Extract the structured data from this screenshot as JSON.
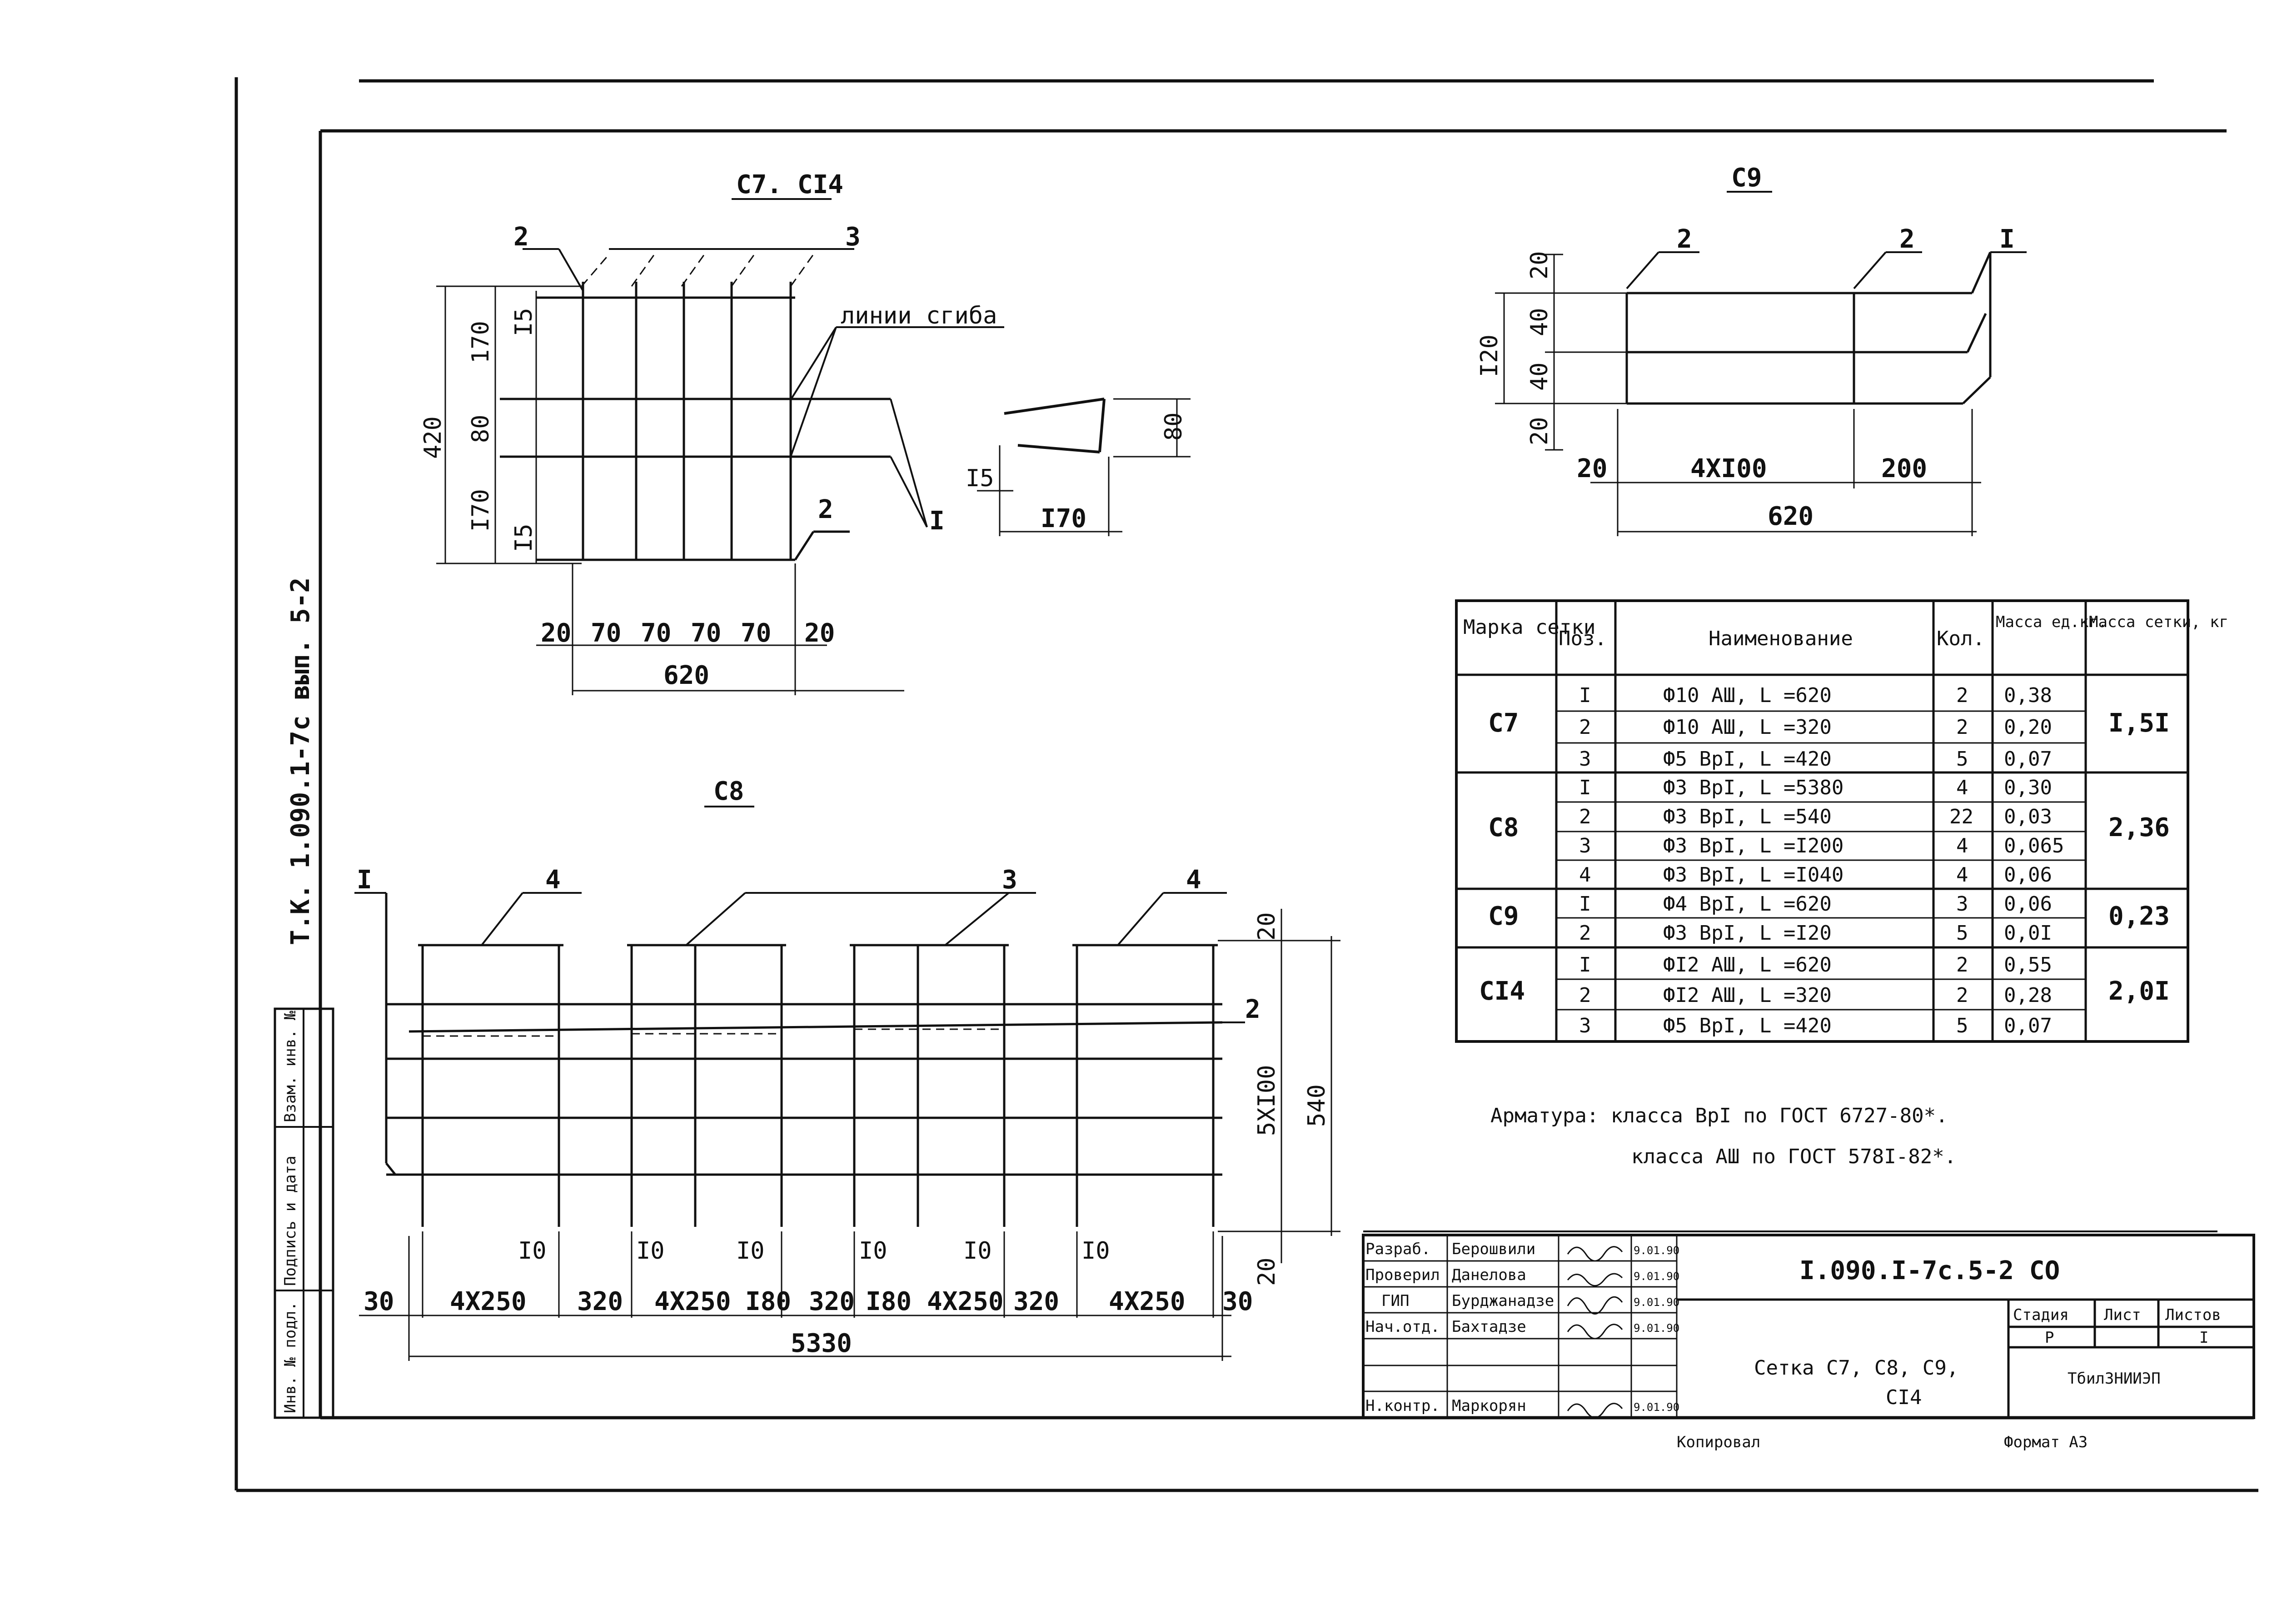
{
  "side_stamp": "Т.К. 1.090.1-7с вып. 5-2",
  "side_columns": [
    "Инв. № подл.",
    "Подпись и дата",
    "Взам. инв. №"
  ],
  "c7c14": {
    "title": "С7. СI4",
    "label_bend_lines": "линии сгиба",
    "pos_labels": {
      "p2a": "2",
      "p3": "3",
      "p2b": "2",
      "p1": "I"
    },
    "dims_vertical": {
      "d420": "420",
      "d170a": "170",
      "d80": "80",
      "d170b": "I70",
      "d15a": "I5",
      "d15b": "I5"
    },
    "dims_horizontal": [
      "20",
      "70",
      "70",
      "70",
      "70",
      "20"
    ],
    "dim_total": "620",
    "detail": {
      "d80": "80",
      "d15": "I5",
      "d170": "I70"
    }
  },
  "c9": {
    "title": "С9",
    "pos_labels": {
      "p2a": "2",
      "p2b": "2",
      "p1": "I"
    },
    "dims_vertical": {
      "d120": "I20",
      "d20a": "20",
      "d40a": "40",
      "d40b": "40",
      "d20b": "20"
    },
    "dims_horizontal": [
      "20",
      "4XI00",
      "200"
    ],
    "dim_total": "620"
  },
  "c8": {
    "title": "С8",
    "pos_labels": {
      "p1": "I",
      "p4a": "4",
      "p3": "3",
      "p4b": "4",
      "p2": "2"
    },
    "dims_vertical": {
      "d20a": "20",
      "d5x100": "5XI00",
      "d540": "540",
      "d20b": "20"
    },
    "dims_small": [
      "I0",
      "I0",
      "I0",
      "I0",
      "I0"
    ],
    "dims_horizontal": [
      "30",
      "4X250",
      "320",
      "4X250",
      "I80",
      "320",
      "I80",
      "4X250",
      "320",
      "4X250",
      "30"
    ],
    "dim_total": "5330"
  },
  "spec_table": {
    "headers": {
      "mark": "Марка сетки",
      "pos": "Поз.",
      "name": "Наименование",
      "qty": "Кол.",
      "unit_mass": "Масса ед.кг.",
      "net_mass": "Масса сетки, кг"
    },
    "groups": [
      {
        "mark": "С7",
        "mass": "I,5I",
        "rows": [
          {
            "pos": "I",
            "name": "Ф10 АШ, L =620",
            "qty": "2",
            "mass": "0,38"
          },
          {
            "pos": "2",
            "name": "Ф10 АШ, L =320",
            "qty": "2",
            "mass": "0,20"
          },
          {
            "pos": "3",
            "name": "Ф5 ВрI, L =420",
            "qty": "5",
            "mass": "0,07"
          }
        ]
      },
      {
        "mark": "С8",
        "mass": "2,36",
        "rows": [
          {
            "pos": "I",
            "name": "Ф3 ВрI, L =5380",
            "qty": "4",
            "mass": "0,30"
          },
          {
            "pos": "2",
            "name": "Ф3 ВрI, L =540",
            "qty": "22",
            "mass": "0,03"
          },
          {
            "pos": "3",
            "name": "Ф3 ВрI, L =I200",
            "qty": "4",
            "mass": "0,065"
          },
          {
            "pos": "4",
            "name": "Ф3 ВрI, L =I040",
            "qty": "4",
            "mass": "0,06"
          }
        ]
      },
      {
        "mark": "С9",
        "mass": "0,23",
        "rows": [
          {
            "pos": "I",
            "name": "Ф4 ВрI, L =620",
            "qty": "3",
            "mass": "0,06"
          },
          {
            "pos": "2",
            "name": "Ф3 ВрI, L =I20",
            "qty": "5",
            "mass": "0,0I"
          }
        ]
      },
      {
        "mark": "СI4",
        "mass": "2,0I",
        "rows": [
          {
            "pos": "I",
            "name": "ФI2 АШ, L =620",
            "qty": "2",
            "mass": "0,55"
          },
          {
            "pos": "2",
            "name": "ФI2 АШ, L =320",
            "qty": "2",
            "mass": "0,28"
          },
          {
            "pos": "3",
            "name": "Ф5 ВрI, L =420",
            "qty": "5",
            "mass": "0,07"
          }
        ]
      }
    ]
  },
  "notes": {
    "line1": "Арматура:  класса ВрI по ГОСТ 6727-80*.",
    "line2": "класса АШ  по ГОСТ 578I-82*."
  },
  "title_block": {
    "code": "I.090.I-7с.5-2 СО",
    "sheet_name_1": "Сетка  С7, С8, С9,",
    "sheet_name_2": "СI4",
    "stage_label": "Стадия",
    "sheet_label": "Лист",
    "sheets_label": "Листов",
    "stage_value": "Р",
    "sheets_value": "I",
    "org": "ТбилЗНИИЭП",
    "roles": [
      {
        "role": "Разраб.",
        "name": "Берошвили",
        "date": "9.01.90"
      },
      {
        "role": "Проверил",
        "name": "Данелова",
        "date": "9.01.90"
      },
      {
        "role": "ГИП",
        "name": "Бурджанадзе",
        "date": "9.01.90"
      },
      {
        "role": "Нач.отд.",
        "name": "Бахтадзе",
        "date": "9.01.90"
      },
      {
        "role": "Н.контр.",
        "name": "Маркорян",
        "date": "9.01.90"
      }
    ],
    "copied": "Копировал",
    "format": "Формат А3"
  }
}
